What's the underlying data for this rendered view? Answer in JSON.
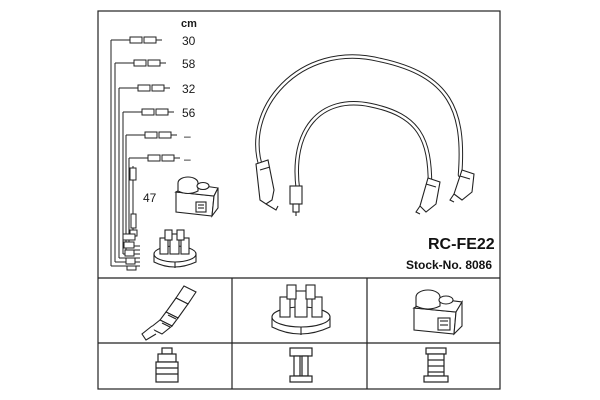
{
  "unit_label": "cm",
  "lengths": [
    "30",
    "58",
    "32",
    "56",
    "–",
    "–"
  ],
  "vertical_lead_length": "47",
  "product": {
    "code": "RC-FE22",
    "stock": "Stock-No. 8086"
  },
  "icons": {
    "spark_plug": "spark-plug-icon",
    "distributor_cap": "distributor-cap-icon",
    "ignition_coil": "ignition-coil-icon",
    "boot_straight": "spark-plug-boot-icon",
    "boot_cap": "cap-terminal-icon",
    "boot_coil": "coil-terminal-icon"
  }
}
